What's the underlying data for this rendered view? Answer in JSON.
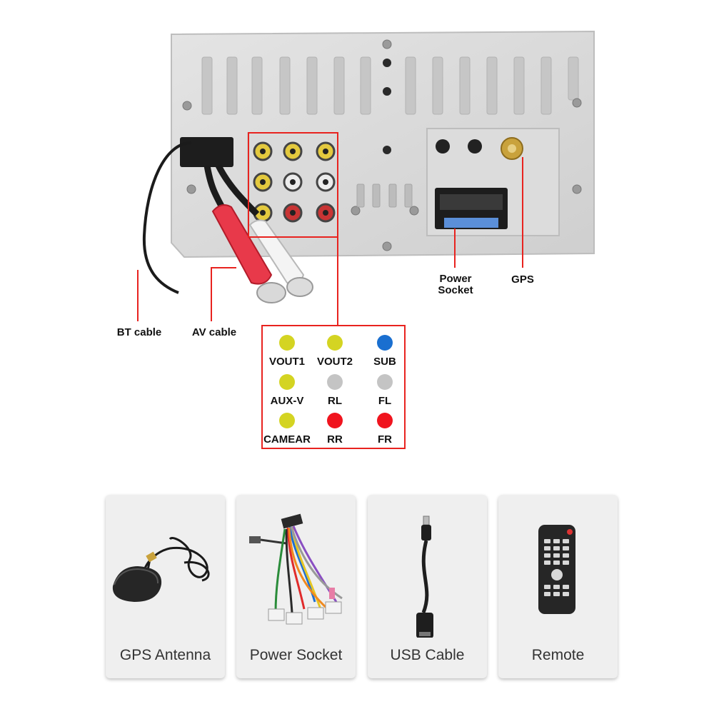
{
  "callouts": {
    "power_socket_line1": "Power",
    "power_socket_line2": "Socket",
    "gps": "GPS",
    "bt_cable": "BT cable",
    "av_cable": "AV cable"
  },
  "legend": {
    "items": [
      {
        "label": "VOUT1",
        "color": "#d4d422"
      },
      {
        "label": "VOUT2",
        "color": "#d4d422"
      },
      {
        "label": "SUB",
        "color": "#1a6fd0"
      },
      {
        "label": "AUX-V",
        "color": "#d4d422"
      },
      {
        "label": "RL",
        "color": "#c4c4c4"
      },
      {
        "label": "FL",
        "color": "#c4c4c4"
      },
      {
        "label": "CAMEAR",
        "color": "#d4d422"
      },
      {
        "label": "RR",
        "color": "#f0141e"
      },
      {
        "label": "FR",
        "color": "#f0141e"
      }
    ]
  },
  "accessories": [
    {
      "label": "GPS Antenna",
      "icon": "gps-antenna-icon"
    },
    {
      "label": "Power Socket",
      "icon": "wiring-harness-icon"
    },
    {
      "label": "USB Cable",
      "icon": "usb-cable-icon"
    },
    {
      "label": "Remote",
      "icon": "remote-control-icon"
    }
  ],
  "colors": {
    "callout_line": "#e8231f",
    "panel_metal": "#d8d8d8"
  }
}
